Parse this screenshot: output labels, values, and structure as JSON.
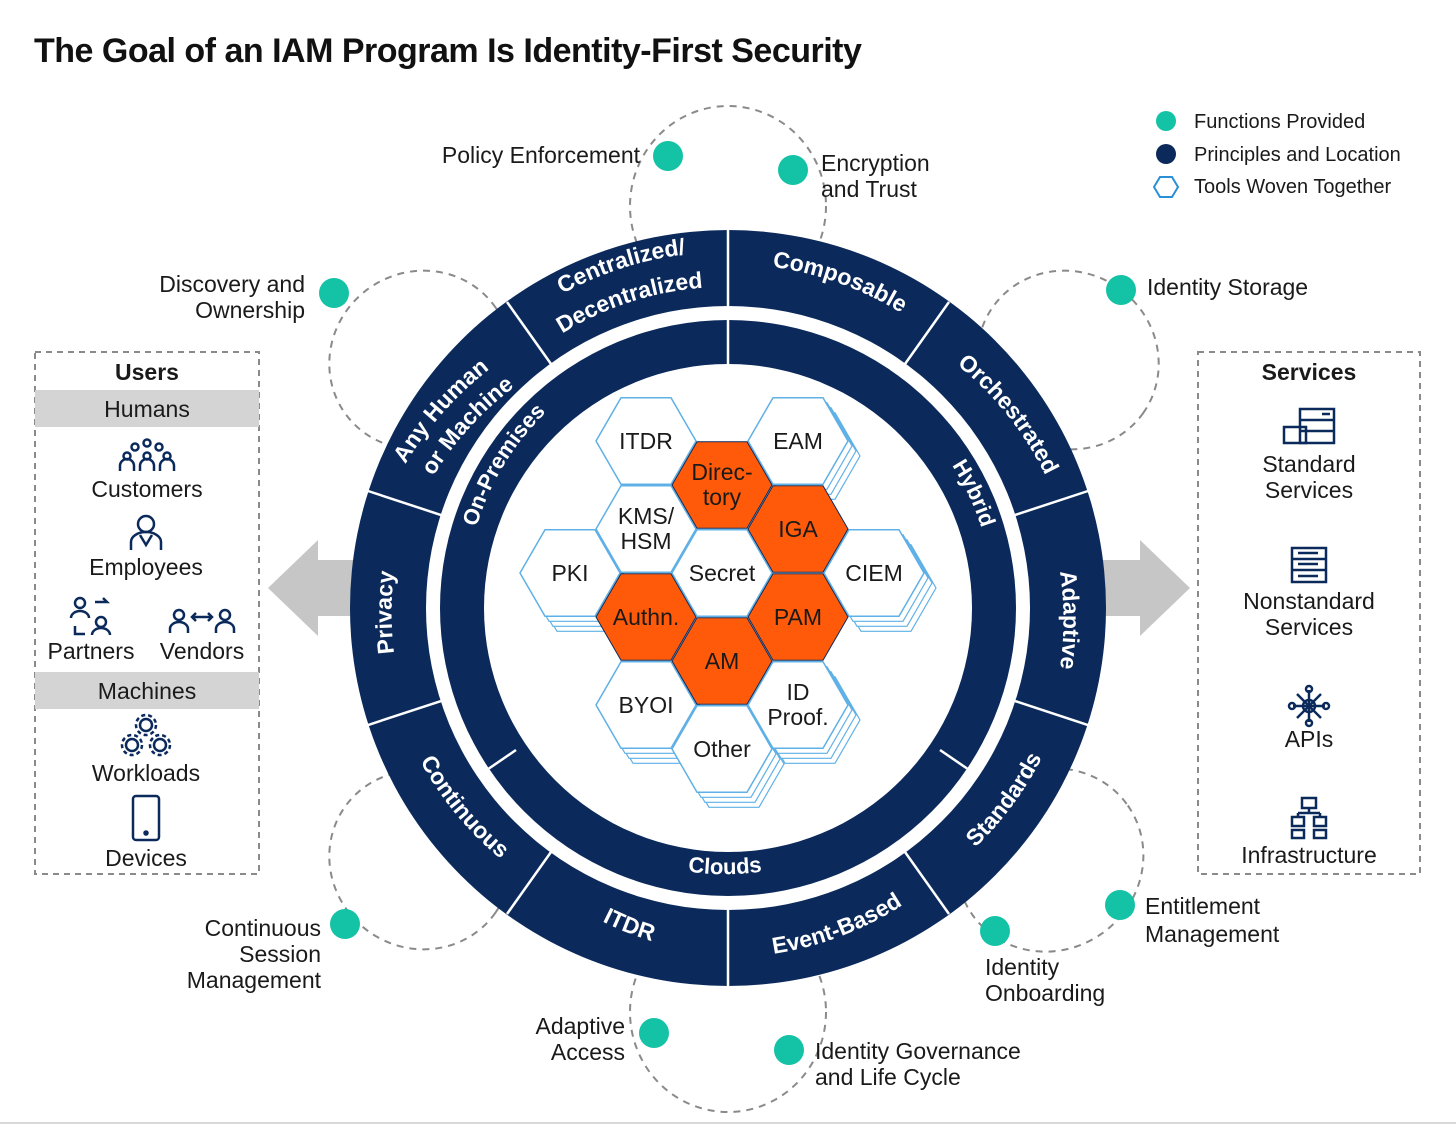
{
  "title": "The Goal of an IAM Program Is Identity-First Security",
  "colors": {
    "navy": "#0b2a5b",
    "teal": "#14c2a6",
    "orange": "#ff5a0a",
    "gray_arrow": "#c6c6c6",
    "gray_band": "#d4d4d4"
  },
  "legend": [
    {
      "label": "Functions Provided",
      "icon": "teal-dot-icon"
    },
    {
      "label": "Principles and Location",
      "icon": "navy-dot-icon"
    },
    {
      "label": "Tools Woven Together",
      "icon": "hexagon-outline-icon"
    }
  ],
  "outer_ring_labels": [
    "Centralized/",
    "Decentralized",
    "Composable",
    "Orchestrated",
    "Adaptive",
    "Standards",
    "Event-Based",
    "ITDR",
    "Continuous",
    "Privacy",
    "Any Human",
    "or Machine"
  ],
  "inner_ring_labels": [
    "On-Premises",
    "Hybrid",
    "Clouds"
  ],
  "hexagons": [
    {
      "label": "ITDR",
      "type": "tool"
    },
    {
      "label": "EAM",
      "type": "tool"
    },
    {
      "label": "Direc-",
      "label2": "tory",
      "type": "core"
    },
    {
      "label": "KMS/",
      "label2": "HSM",
      "type": "tool"
    },
    {
      "label": "IGA",
      "type": "core"
    },
    {
      "label": "PKI",
      "type": "tool"
    },
    {
      "label": "Secret",
      "type": "tool"
    },
    {
      "label": "CIEM",
      "type": "tool"
    },
    {
      "label": "Authn.",
      "type": "core"
    },
    {
      "label": "PAM",
      "type": "core"
    },
    {
      "label": "AM",
      "type": "core"
    },
    {
      "label": "BYOI",
      "type": "tool"
    },
    {
      "label": "ID",
      "label2": "Proof.",
      "type": "tool"
    },
    {
      "label": "Other",
      "type": "tool"
    }
  ],
  "functions": [
    {
      "lines": [
        "Policy Enforcement"
      ]
    },
    {
      "lines": [
        "Encryption",
        "and Trust"
      ]
    },
    {
      "lines": [
        "Discovery and",
        "Ownership"
      ]
    },
    {
      "lines": [
        "Identity Storage"
      ]
    },
    {
      "lines": [
        "Continuous",
        "Session",
        "Management"
      ]
    },
    {
      "lines": [
        "Entitlement",
        "Management"
      ]
    },
    {
      "lines": [
        "Identity",
        "Onboarding"
      ]
    },
    {
      "lines": [
        "Adaptive",
        "Access"
      ]
    },
    {
      "lines": [
        "Identity Governance",
        "and Life Cycle"
      ]
    }
  ],
  "users_box": {
    "title": "Users",
    "humans_header": "Humans",
    "machines_header": "Machines",
    "items": [
      {
        "label": "Customers",
        "icon": "customers-group-icon"
      },
      {
        "label": "Employees",
        "icon": "employee-person-icon"
      },
      {
        "label": "Partners",
        "icon": "partners-exchange-icon"
      },
      {
        "label": "Vendors",
        "icon": "vendors-exchange-icon"
      },
      {
        "label": "Workloads",
        "icon": "workloads-gears-icon"
      },
      {
        "label": "Devices",
        "icon": "mobile-device-icon"
      }
    ]
  },
  "services_box": {
    "title": "Services",
    "items": [
      {
        "lines": [
          "Standard",
          "Services"
        ],
        "icon": "server-rack-icon"
      },
      {
        "lines": [
          "Nonstandard",
          "Services"
        ],
        "icon": "server-stack-icon"
      },
      {
        "lines": [
          "APIs"
        ],
        "icon": "api-network-icon"
      },
      {
        "lines": [
          "Infrastructure"
        ],
        "icon": "infrastructure-hierarchy-icon"
      }
    ]
  }
}
